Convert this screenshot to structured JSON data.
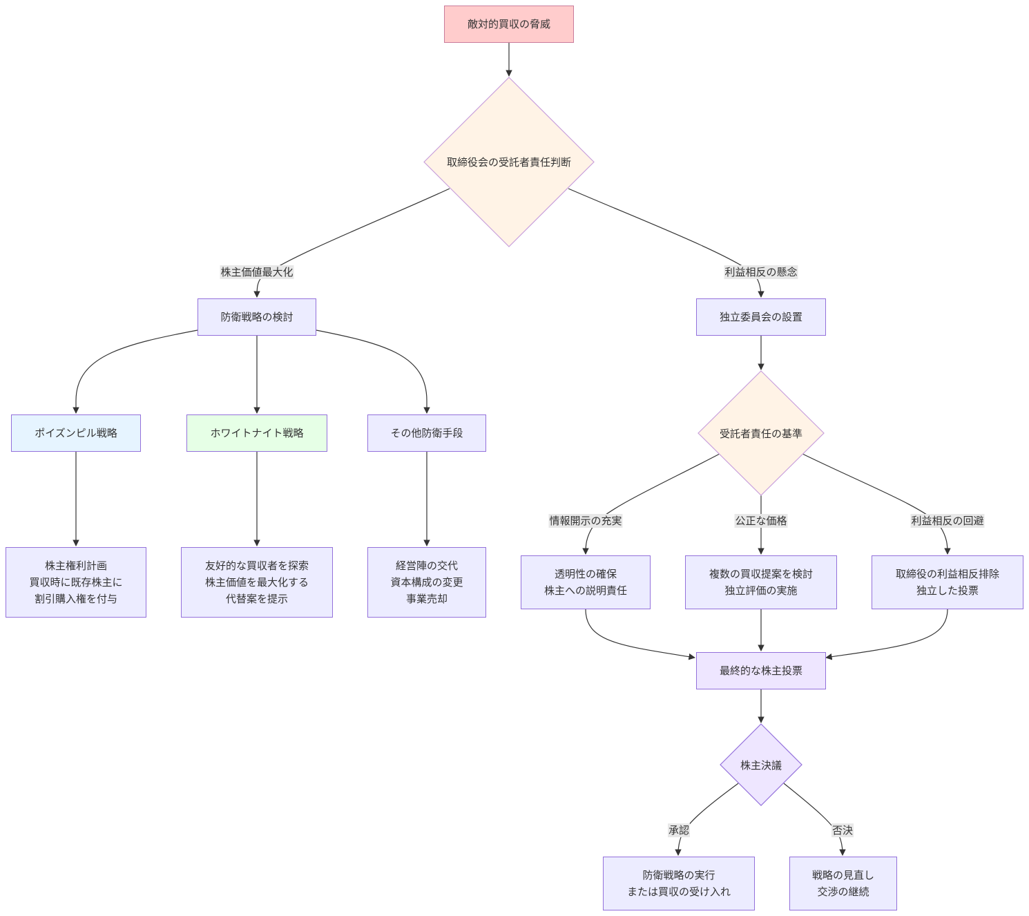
{
  "nodes": {
    "threat": "敵対的買収の脅威",
    "board_judgment": "取締役会の受託者責任判断",
    "defense_review": "防衛戦略の検討",
    "independent_committee": "独立委員会の設置",
    "poison_pill": "ポイズンピル戦略",
    "white_knight": "ホワイトナイト戦略",
    "other_defense": "その他防衛手段",
    "fiduciary_standard": "受託者責任の基準",
    "rights_plan": "株主権利計画\n買収時に既存株主に\n割引購入権を付与",
    "friendly_buyer": "友好的な買収者を探索\n株主価値を最大化する\n代替案を提示",
    "management_change": "経営陣の交代\n資本構成の変更\n事業売却",
    "transparency": "透明性の確保\n株主への説明責任",
    "multiple_offers": "複数の買収提案を検討\n独立評価の実施",
    "conflict_exclusion": "取締役の利益相反排除\n独立した投票",
    "final_vote": "最終的な株主投票",
    "resolution": "株主決議",
    "execute": "防衛戦略の実行\nまたは買収の受け入れ",
    "review": "戦略の見直し\n交渉の継続"
  },
  "edge_labels": {
    "maximize_value": "株主価値最大化",
    "conflict_concern": "利益相反の懸念",
    "disclosure": "情報開示の充実",
    "fair_price": "公正な価格",
    "avoid_conflict": "利益相反の回避",
    "approve": "承認",
    "reject": "否決"
  },
  "colors": {
    "node_fill": "#ECECFF",
    "node_border": "#9370DB",
    "decision_fill": "#FFF3E6",
    "decision_border": "#C9A0DC",
    "start_fill": "#FFCCCC",
    "pill_fill": "#E6F4FF",
    "knight_fill": "#E6FFE6",
    "vote_fill": "#EEE6FF",
    "edge": "#333333",
    "label_bg": "#E8E8E8"
  }
}
